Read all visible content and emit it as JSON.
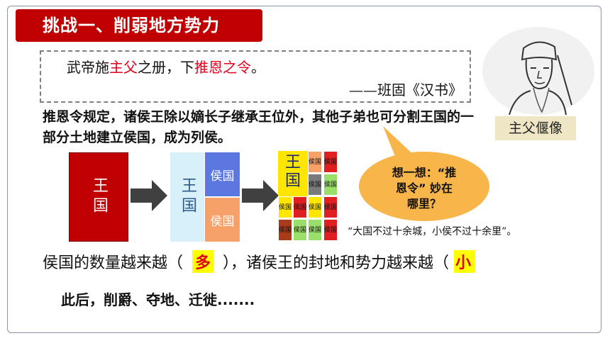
{
  "title": "挑战一、削弱地方势力",
  "quote": {
    "part1": "武帝施",
    "highlight1": "主父",
    "part2": "之册，下",
    "highlight2": "推恩之令",
    "part3": "。",
    "source": "——班固《汉书》"
  },
  "portrait_label": "主父偃像",
  "rule_text": "推恩令规定，诸侯王除以嫡长子继承王位外，其他子弟也可分割王国的一部分土地建立侯国，成为列侯。",
  "diagram": {
    "kingdom": "王国",
    "kingdom_small": "王国",
    "marquisate": "侯国",
    "cell_label": "侯国"
  },
  "bubble": {
    "line1": "想一想：“推",
    "line2": "恩令” 妙在",
    "line3": "哪里？"
  },
  "saying": "“大国不过十余城，小侯不过十余里”。",
  "fill_in": {
    "before": "侯国的数量越来越（ ",
    "answer1": "多",
    "middle": " ），诸侯王的封地和势力越来越（ ",
    "answer2": "小"
  },
  "after_text": "此后，削爵、夺地、迁徙.......",
  "colors": {
    "banner": "#c00000",
    "highlight": "#e3001b",
    "bubble": "#f7b54a"
  }
}
